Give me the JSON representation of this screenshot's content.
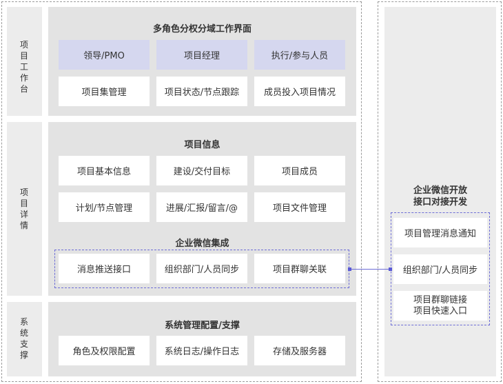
{
  "left_labels": {
    "workbench": "项目工作台",
    "details": "项目详情",
    "support": "系统支撑"
  },
  "workbench": {
    "title": "多角色分权分域工作界面",
    "roles": [
      "领导/PMO",
      "项目经理",
      "执行/参与人员"
    ],
    "views": [
      "项目集管理",
      "项目状态/节点跟踪",
      "成员投入项目情况"
    ]
  },
  "project_info": {
    "title": "项目信息",
    "items_row1": [
      "项目基本信息",
      "建设/交付目标",
      "项目成员"
    ],
    "items_row2": [
      "计划/节点管理",
      "进展/汇报/留言/@",
      "项目文件管理"
    ]
  },
  "wecom": {
    "title": "企业微信集成",
    "items": [
      "消息推送接口",
      "组织部门/人员同步",
      "项目群聊关联"
    ]
  },
  "system": {
    "title": "系统管理配置/支撑",
    "items": [
      "角色及权限配置",
      "系统日志/操作日志",
      "存储及服务器"
    ]
  },
  "open_api": {
    "title_line1": "企业微信开放",
    "title_line2": "接口对接开发",
    "items": [
      "项目管理消息通知",
      "组织部门/人员同步"
    ],
    "item3_line1": "项目群聊链接",
    "item3_line2": "项目快速入口"
  },
  "colors": {
    "role_box": "#d5d7ef",
    "connector": "#6b6bd6",
    "section": "#e3e3e3",
    "panel": "#ececec"
  }
}
